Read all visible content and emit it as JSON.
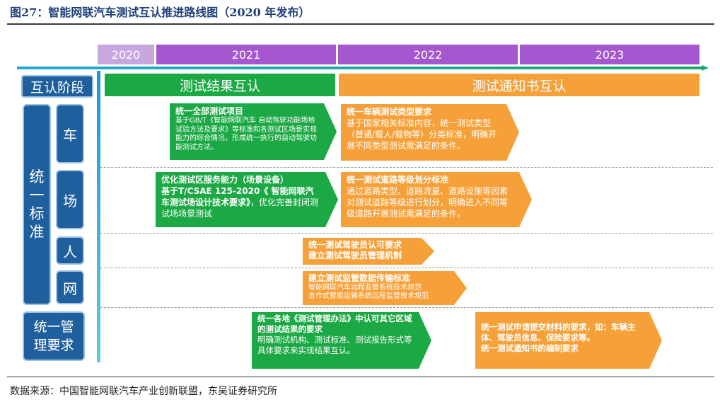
{
  "title": "图27：智能网联汽车测试互认推进路线图（2020 年发布）",
  "source": "数据来源：中国智能网联汽车产业创新联盟，东吴证券研究所",
  "years": [
    "2020",
    "2021",
    "2022",
    "2023"
  ],
  "colors": {
    "year_2020": "#c8a6e0",
    "year_main": "#a457cf",
    "green": "#1ca844",
    "orange": "#f6a03a",
    "navy": "#1f5f9e"
  },
  "stage_label": "互认阶段",
  "stages": {
    "result": "测试结果互认",
    "notice": "测试通知书互认"
  },
  "side": {
    "uni_std": "统一标准",
    "dims": [
      "车",
      "场",
      "人",
      "网"
    ],
    "mgmt": "统一管理要求"
  },
  "cards": {
    "veh_green": {
      "head": "统一全部测试项目",
      "body": "基于GB/T《智能网联汽车 自动驾驶功能场地试验方法及要求》等标准和各测试区场景实现能力的综合情况，形成统一执行的自动驾驶功能测试方法。"
    },
    "veh_orange": {
      "head": "统一车辆测试类型要求",
      "body": "基于国家相关标准内容，统一测试类型（普通/载人/载物等）分类标准，明确开展不同类型测试需满足的条件。"
    },
    "field_green": {
      "head": "优化测试区服务能力（场景设备）",
      "body_bold": "基于T/CSAE 125-2020《 智能网联汽车测试场设计技术要求》",
      "body": "，优化完善封闭测试场场景测试"
    },
    "field_orange": {
      "head": "统一测试道路等级划分标准",
      "body": "通过道路类型、道路流量、道路设施等因素对测试道路等级进行划分，明确进入不同等级道路开展测试需满足的条件。"
    },
    "person": {
      "head": "统一测试驾驶员认可要求",
      "head2": "建立测试驾驶员管理机制"
    },
    "net": {
      "head": "建立测试监管数据传输标准",
      "body": "智能网联汽车远程监管系统技术规范",
      "body2": "合作式智能运输系统远程监管技术规范"
    },
    "mgmt_green": {
      "head": "统一各地《测试管理办法》中认可其它区域的测试结果的要求",
      "body": "明确测试机构、测试标准、测试报告形式等具体要求来实现结果互认。"
    },
    "mgmt_orange": {
      "head": "统一测试申请提交材料的要求，如：车辆主体、驾驶员信息、保险要求等。",
      "head2": "统一测试通知书的编制要求"
    }
  }
}
